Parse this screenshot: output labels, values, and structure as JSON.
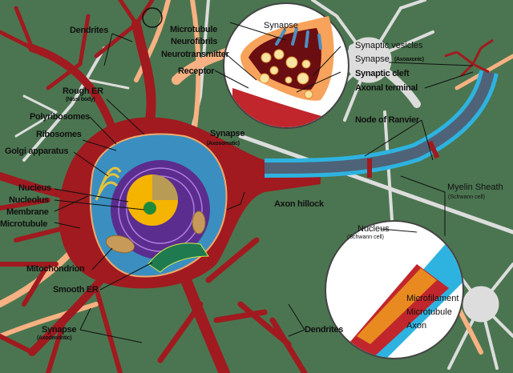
{
  "title": "Complete neuron cell diagram",
  "colors": {
    "background": "#4b7550",
    "neuron_body": "#a01a1f",
    "cytoplasm": "#3a8fc0",
    "nucleus": "#f5b400",
    "nucleolus": "#1f8a3a",
    "rough_er": "#5b2d8e",
    "myelin": "#2eb3e0",
    "axon_core": "#4f6378",
    "other_neuron": "#dddddd",
    "presynaptic": "#f7a35c"
  },
  "labels": {
    "dendrites_top": "Dendrites",
    "rough_er": "Rough ER",
    "rough_er_sub": "(Nissl body)",
    "polyribosomes": "Polyribosomes",
    "ribosomes": "Ribosomes",
    "golgi": "Golgi apparatus",
    "nucleus": "Nucleus",
    "nucleolus": "Nucleolus",
    "membrane": "Membrane",
    "microtubule": "Microtubule",
    "mitochondrion": "Mitochondrion",
    "smooth_er": "Smooth ER",
    "synapse_axodendritic": "Synapse",
    "synapse_axodendritic_sub": "(Axodendritic)",
    "microtubule_top": "Microtubule",
    "neurofibrils": "Neurofibrils",
    "neurotransmitter": "Neurotransmitter",
    "receptor": "Receptor",
    "synapse_inset_title": "Synapse",
    "synaptic_vesicles": "Synaptic vesicles",
    "synapse_axoaxonic": "Synapse",
    "synapse_axoaxonic_sub": "(Axoaxonic)",
    "synaptic_cleft": "Synaptic cleft",
    "axonal_terminal": "Axonal terminal",
    "synapse_axosomatic": "Synapse",
    "synapse_axosomatic_sub": "(Axosomatic)",
    "axon_hillock": "Axon hillock",
    "node_of_ranvier": "Node of Ranvier",
    "myelin_sheath": "Myelin Sheath",
    "myelin_sheath_sub": "(Schwann cell)",
    "nucleus_schwann": "Nucleus",
    "nucleus_schwann_sub": "(Schwann cell)",
    "microfilament": "Microfilament",
    "microtubule_inset": "Microtubule",
    "axon": "Axon",
    "dendrites_bottom": "Dendrites"
  }
}
